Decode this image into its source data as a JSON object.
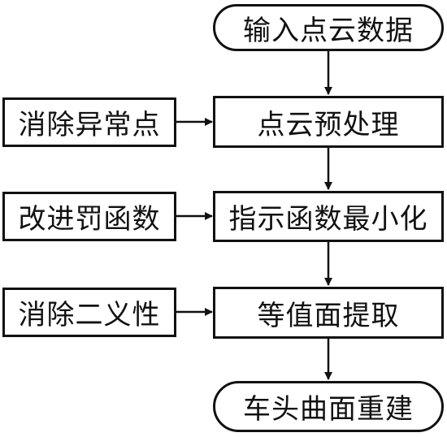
{
  "diagram": {
    "main_steps": [
      "输入点云数据",
      "点云预处理",
      "指示函数最小化",
      "等值面提取",
      "车头曲面重建"
    ],
    "side_steps": [
      "消除异常点",
      "改进罚函数",
      "消除二义性"
    ]
  }
}
